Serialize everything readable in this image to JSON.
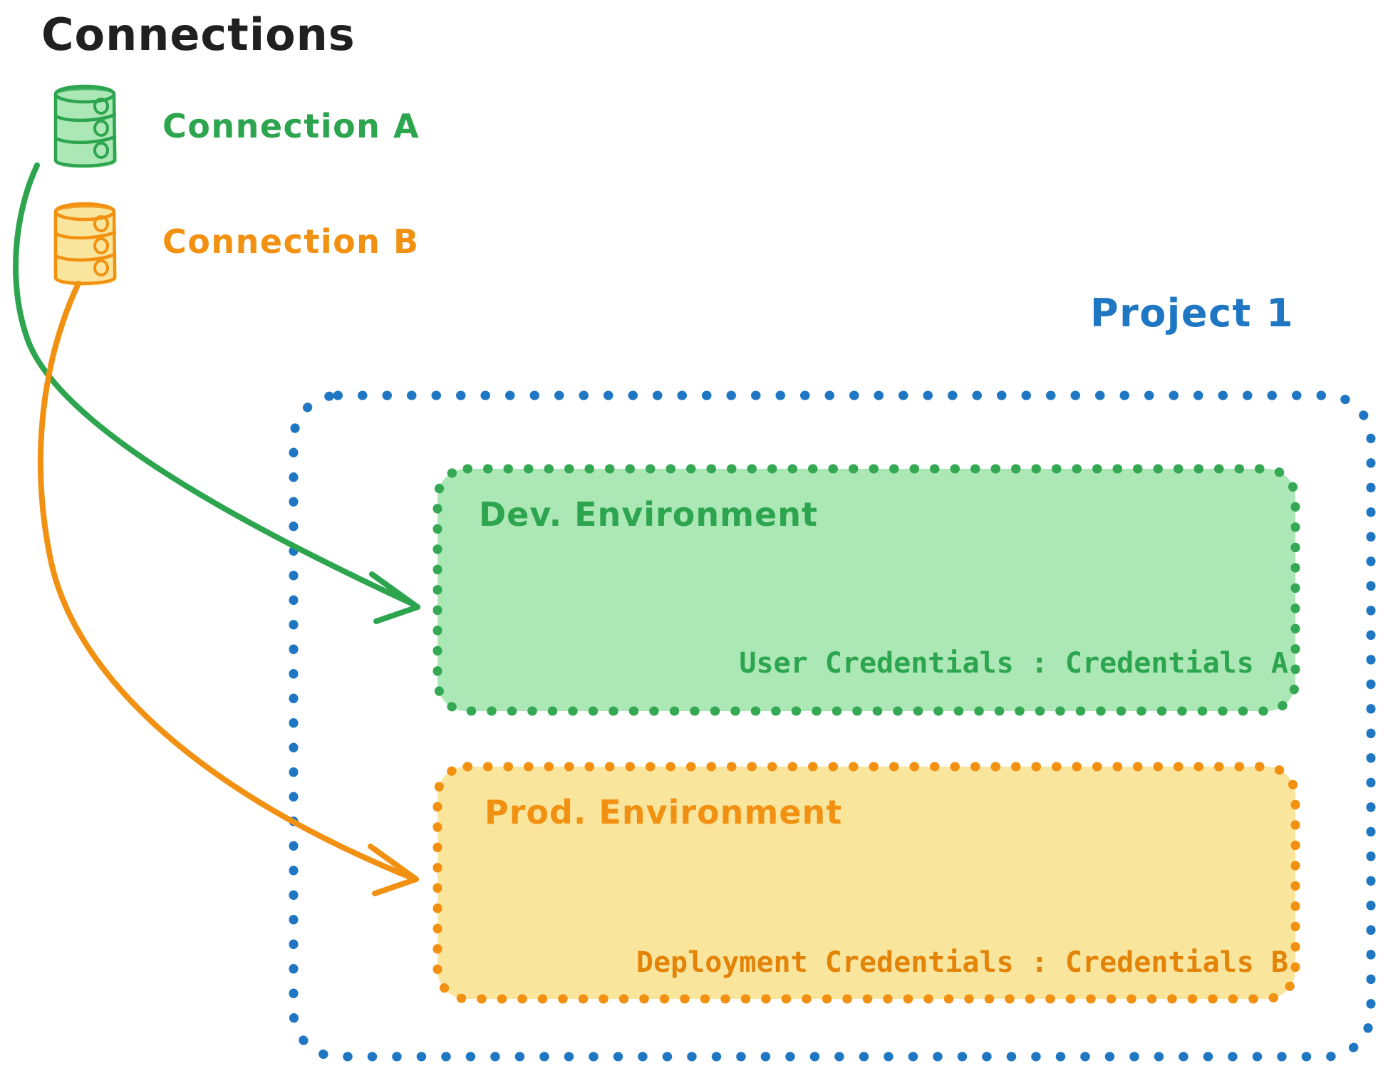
{
  "diagram": {
    "title": "Connections",
    "colors": {
      "green_stroke": "#2da44e",
      "green_fill": "#abe8b6",
      "orange_stroke": "#f29111",
      "orange_fill": "#fae59d",
      "blue_stroke": "#1f77c4",
      "black_text": "#202020",
      "background": "#ffffff"
    }
  },
  "connections": {
    "heading": "Connections",
    "items": [
      {
        "id": "a",
        "label": "Connection A",
        "icon": "database-cylinder-icon",
        "color": "#2da44e"
      },
      {
        "id": "b",
        "label": "Connection B",
        "icon": "database-cylinder-icon",
        "color": "#f29111"
      }
    ]
  },
  "project": {
    "label": "Project 1",
    "environments": [
      {
        "id": "dev",
        "title": "Dev. Environment",
        "credentials_label": "User Credentials",
        "credentials_separator": ":",
        "credentials_value": "Credentials A",
        "credentials_line": "User Credentials : Credentials A",
        "color": "#2da44e",
        "fill": "#abe8b6"
      },
      {
        "id": "prod",
        "title": "Prod. Environment",
        "credentials_label": "Deployment Credentials",
        "credentials_separator": ":",
        "credentials_value": "Credentials B",
        "credentials_line": "Deployment Credentials : Credentials B",
        "color": "#f29111",
        "fill": "#fae59d"
      }
    ]
  },
  "arrows": [
    {
      "id": "a-to-dev",
      "from": "Connection A",
      "to": "Dev. Environment",
      "color": "#2da44e"
    },
    {
      "id": "b-to-prod",
      "from": "Connection B",
      "to": "Prod. Environment",
      "color": "#f29111"
    }
  ]
}
